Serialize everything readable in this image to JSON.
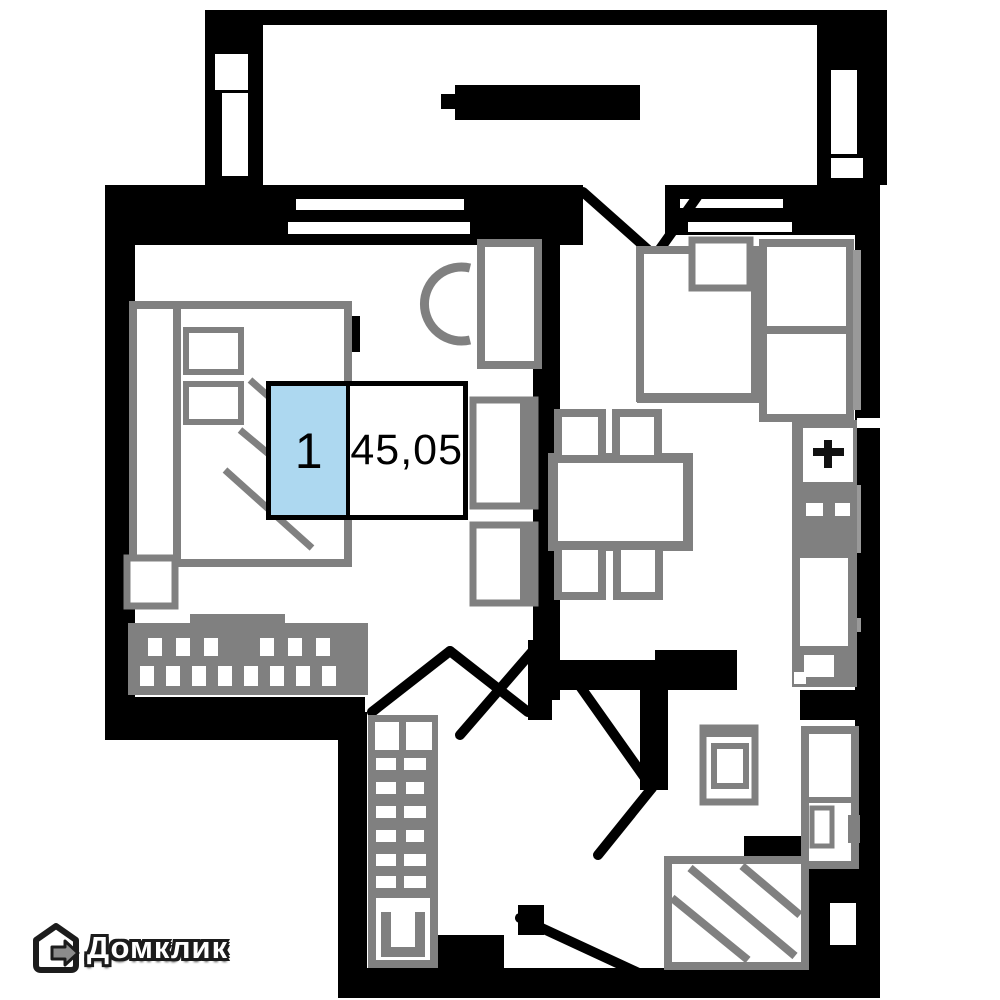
{
  "title": "apartment-floor-plan",
  "info_box": {
    "unit_number": "1",
    "area_sqm": "45,05"
  },
  "brand": {
    "logo_text": "Домклик",
    "icon": "domclick-house-icon"
  },
  "censored_labels": [
    "balcony-label",
    "living-room-label",
    "kitchen-hall-label",
    "bathroom-label",
    "entry-label"
  ],
  "colors": {
    "wall": "#000000",
    "furniture": "#808080",
    "window_strip": "#999999",
    "unit_highlight": "#ADD8F0",
    "background": "#FFFFFF",
    "logo_outline": "#1C1C1C"
  }
}
